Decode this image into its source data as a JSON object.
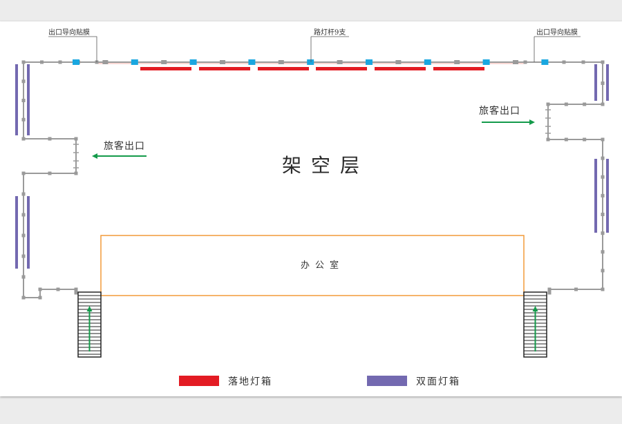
{
  "diagram": {
    "title": "架空层",
    "office_label": "办公室",
    "callouts": {
      "left_exit_film": "出口导向贴膜",
      "light_poles": "路灯杆9支",
      "right_exit_film": "出口导向贴膜"
    },
    "exit_labels": {
      "left": "旅客出口",
      "right": "旅客出口"
    },
    "legend": [
      {
        "label": "落地灯箱",
        "color": "#e31b23"
      },
      {
        "label": "双面灯箱",
        "color": "#7369b0"
      }
    ],
    "colors": {
      "wall": "#9a9a9a",
      "blue_marker": "#1aa7e0",
      "red_lightbox": "#e31b23",
      "purple_lightbox": "#7369b0",
      "arrow": "#139a4a",
      "office_border": "#f29a38",
      "stair": "#222222"
    }
  }
}
